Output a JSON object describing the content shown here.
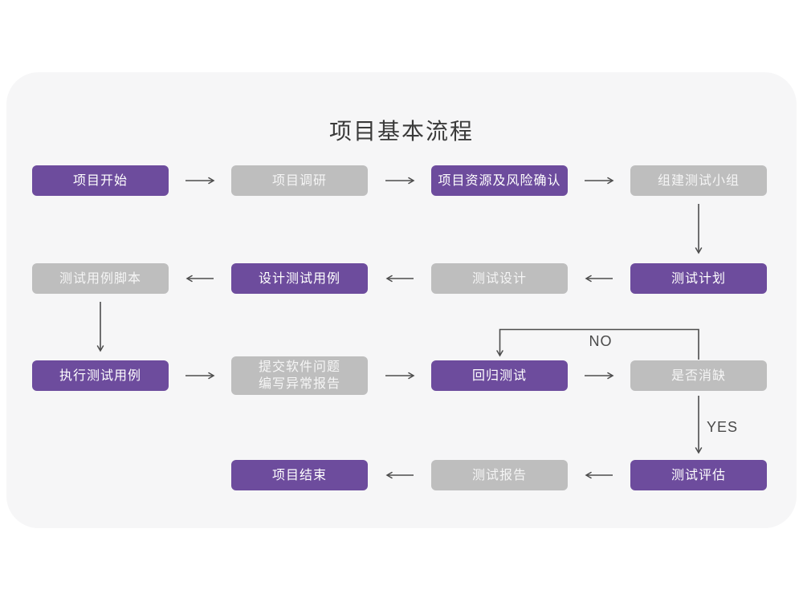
{
  "title": "项目基本流程",
  "branch_labels": {
    "no": "NO",
    "yes": "YES"
  },
  "colors": {
    "node_purple": "#6d4c9d",
    "node_gray": "#bebebe",
    "card_background": "#f6f6f7",
    "page_background": "#ffffff",
    "arrow": "#4d4d4d",
    "title_text": "#3a3a3a",
    "node_text": "#ffffff"
  },
  "nodes": [
    {
      "label": "项目开始",
      "variant": "purple"
    },
    {
      "label": "项目调研",
      "variant": "gray"
    },
    {
      "label": "项目资源及风险确认",
      "variant": "purple"
    },
    {
      "label": "组建测试小组",
      "variant": "gray"
    },
    {
      "label": "测试用例脚本",
      "variant": "gray"
    },
    {
      "label": "设计测试用例",
      "variant": "purple"
    },
    {
      "label": "测试设计",
      "variant": "gray"
    },
    {
      "label": "测试计划",
      "variant": "purple"
    },
    {
      "label": "执行测试用例",
      "variant": "purple"
    },
    {
      "label": "提交软件问题\n编写异常报告",
      "variant": "gray"
    },
    {
      "label": "回归测试",
      "variant": "purple"
    },
    {
      "label": "是否消缺",
      "variant": "gray"
    },
    {
      "label": "项目结束",
      "variant": "purple"
    },
    {
      "label": "测试报告",
      "variant": "gray"
    },
    {
      "label": "测试评估",
      "variant": "purple"
    }
  ],
  "edges": [
    {
      "from": "项目开始",
      "to": "项目调研"
    },
    {
      "from": "项目调研",
      "to": "项目资源及风险确认"
    },
    {
      "from": "项目资源及风险确认",
      "to": "组建测试小组"
    },
    {
      "from": "组建测试小组",
      "to": "测试计划"
    },
    {
      "from": "测试计划",
      "to": "测试设计"
    },
    {
      "from": "测试设计",
      "to": "设计测试用例"
    },
    {
      "from": "设计测试用例",
      "to": "测试用例脚本"
    },
    {
      "from": "测试用例脚本",
      "to": "执行测试用例"
    },
    {
      "from": "执行测试用例",
      "to": "提交软件问题 编写异常报告"
    },
    {
      "from": "提交软件问题 编写异常报告",
      "to": "回归测试"
    },
    {
      "from": "回归测试",
      "to": "是否消缺"
    },
    {
      "from": "是否消缺",
      "to": "回归测试",
      "label": "NO"
    },
    {
      "from": "是否消缺",
      "to": "测试评估",
      "label": "YES"
    },
    {
      "from": "测试评估",
      "to": "测试报告"
    },
    {
      "from": "测试报告",
      "to": "项目结束"
    }
  ]
}
